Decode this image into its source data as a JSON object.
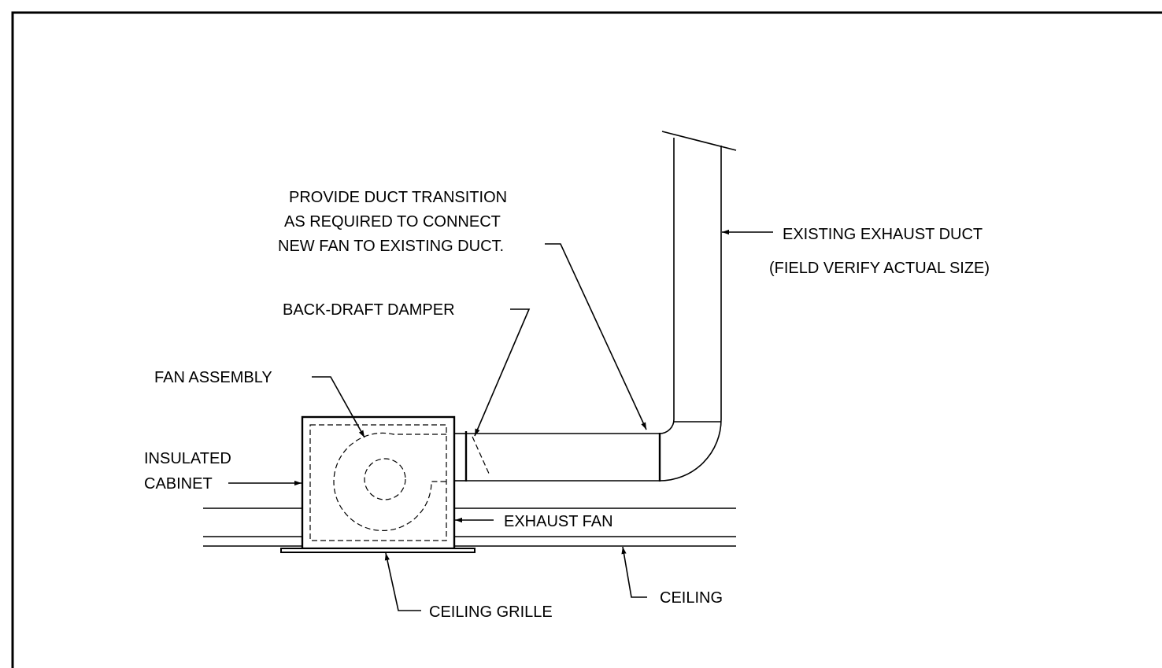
{
  "labels": {
    "duct_transition": [
      "PROVIDE DUCT TRANSITION",
      "AS REQUIRED TO CONNECT",
      "NEW FAN TO EXISTING DUCT."
    ],
    "existing_duct": [
      "EXISTING EXHAUST DUCT",
      "(FIELD VERIFY ACTUAL SIZE)"
    ],
    "back_draft_damper": "BACK-DRAFT DAMPER",
    "fan_assembly": "FAN ASSEMBLY",
    "insulated_cabinet": [
      "INSULATED",
      "CABINET"
    ],
    "exhaust_fan": "EXHAUST FAN",
    "ceiling": "CEILING",
    "ceiling_grille": "CEILING GRILLE"
  }
}
